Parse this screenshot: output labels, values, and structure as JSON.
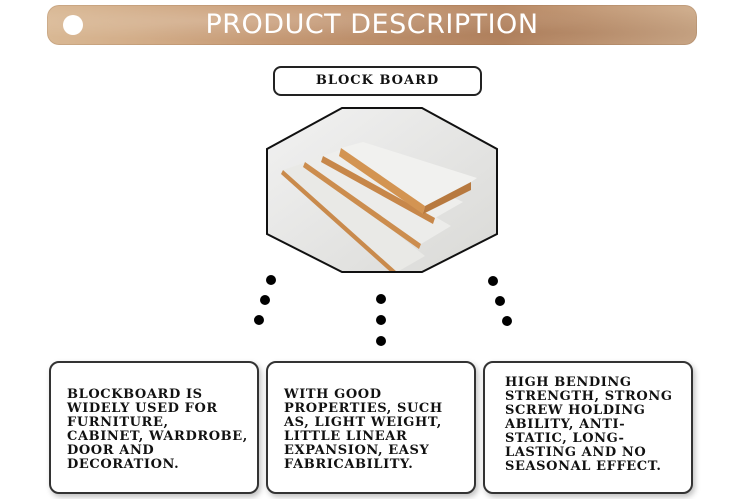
{
  "banner": {
    "title": "PRODUCT DESCRIPTION"
  },
  "product": {
    "label": "BLOCK BOARD",
    "image_icon": "blockboard-panels-image"
  },
  "features": [
    {
      "text": "BLOCKBOARD IS WIDELY USED FOR FURNITURE, CABINET, WARDROBE, DOOR AND DECORATION."
    },
    {
      "text": "WITH GOOD PROPERTIES, SUCH AS, LIGHT WEIGHT, LITTLE LINEAR EXPANSION, EASY FABRICABILITY."
    },
    {
      "text": "HIGH BENDING STRENGTH, STRONG SCREW HOLDING ABILITY, ANTI-STATIC, LONG-LASTING AND NO SEASONAL EFFECT."
    }
  ],
  "colors": {
    "banner": "#c99d78",
    "board_face": "#e8e8e4",
    "board_edge": "#c9894a"
  }
}
